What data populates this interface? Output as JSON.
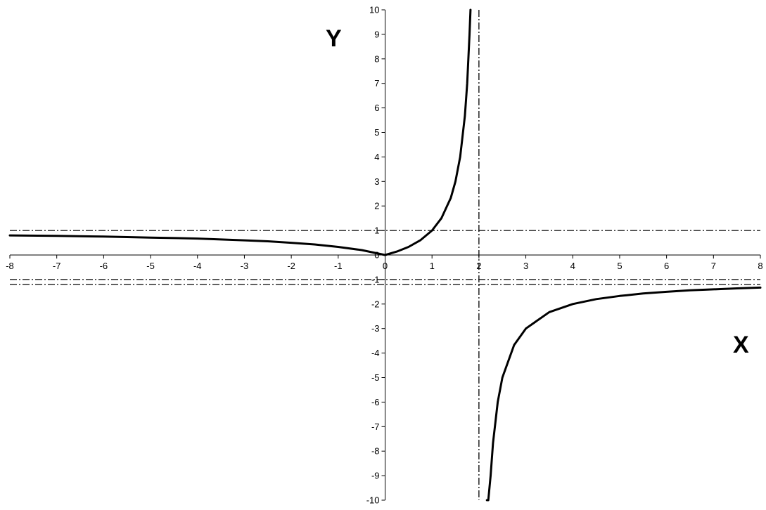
{
  "chart_data": {
    "type": "line",
    "title": "",
    "xlabel": "X",
    "ylabel": "Y",
    "xlim": [
      -8,
      8
    ],
    "ylim": [
      -10,
      10
    ],
    "x_ticks": [
      -8,
      -7,
      -6,
      -5,
      -4,
      -3,
      -2,
      -1,
      0,
      1,
      2,
      3,
      4,
      5,
      6,
      7,
      8
    ],
    "y_ticks": [
      -10,
      -9,
      -8,
      -7,
      -6,
      -5,
      -4,
      -3,
      -2,
      -1,
      0,
      1,
      2,
      3,
      4,
      5,
      6,
      7,
      8,
      9,
      10
    ],
    "grid": false,
    "colors": {
      "curve": "#000000",
      "asymptote": "#000000"
    },
    "series": [
      {
        "values": [
          [
            -8,
            0.8
          ],
          [
            -7,
            0.78
          ],
          [
            -6,
            0.75
          ],
          [
            -5,
            0.71
          ],
          [
            -4,
            0.67
          ],
          [
            -3,
            0.6
          ],
          [
            -2.5,
            0.56
          ],
          [
            -2,
            0.5
          ],
          [
            -1.5,
            0.43
          ],
          [
            -1,
            0.33
          ],
          [
            -0.5,
            0.2
          ],
          [
            0,
            0
          ]
        ]
      },
      {
        "values": [
          [
            0,
            0
          ],
          [
            0.25,
            0.14
          ],
          [
            0.5,
            0.33
          ],
          [
            0.75,
            0.6
          ],
          [
            1,
            1
          ],
          [
            1.2,
            1.5
          ],
          [
            1.4,
            2.33
          ],
          [
            1.5,
            3
          ],
          [
            1.6,
            4
          ],
          [
            1.7,
            5.67
          ],
          [
            1.75,
            7
          ],
          [
            1.8,
            9
          ],
          [
            1.82,
            10
          ]
        ]
      },
      {
        "values": [
          [
            2.17,
            -10
          ],
          [
            2.2,
            -11
          ],
          [
            2.25,
            -9
          ],
          [
            2.3,
            -7.67
          ],
          [
            2.4,
            -6
          ],
          [
            2.5,
            -5
          ],
          [
            2.75,
            -3.67
          ],
          [
            3,
            -3
          ],
          [
            3.5,
            -2.33
          ],
          [
            4,
            -2
          ],
          [
            4.5,
            -1.8
          ],
          [
            5,
            -1.67
          ],
          [
            5.5,
            -1.57
          ],
          [
            6,
            -1.5
          ],
          [
            6.5,
            -1.44
          ],
          [
            7,
            -1.4
          ],
          [
            7.5,
            -1.36
          ],
          [
            8,
            -1.33
          ]
        ]
      }
    ],
    "asymptotes": [
      {
        "orientation": "horizontal",
        "value": 1
      },
      {
        "orientation": "horizontal",
        "value": -1
      },
      {
        "orientation": "horizontal",
        "value": -1.2
      },
      {
        "orientation": "vertical",
        "value": 2
      }
    ]
  }
}
